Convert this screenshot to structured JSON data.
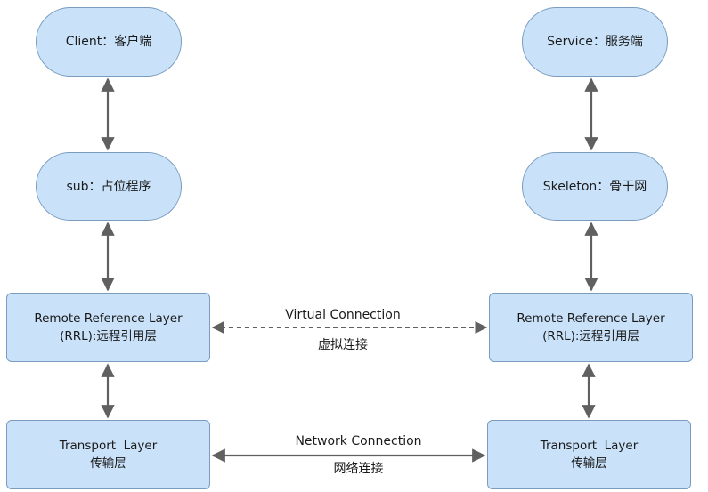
{
  "nodes": {
    "client": "Client：客户端",
    "service": "Service：服务端",
    "stub": "sub：占位程序",
    "skeleton": "Skeleton：骨干网",
    "rrl_left": {
      "line1": "Remote Reference Layer",
      "line2": "(RRL):远程引用层"
    },
    "rrl_right": {
      "line1": "Remote Reference Layer",
      "line2": "(RRL):远程引用层"
    },
    "transport_left": {
      "line1": "Transport  Layer",
      "line2": "传输层"
    },
    "transport_right": {
      "line1": "Transport  Layer",
      "line2": "传输层"
    }
  },
  "connections": {
    "virtual": {
      "en": "Virtual Connection",
      "zh": "虚拟连接"
    },
    "network": {
      "en": "Network Connection",
      "zh": "网络连接"
    }
  },
  "colors": {
    "node_fill": "#c9e2f9",
    "node_border": "#7a9cbe",
    "arrow": "#606060"
  }
}
